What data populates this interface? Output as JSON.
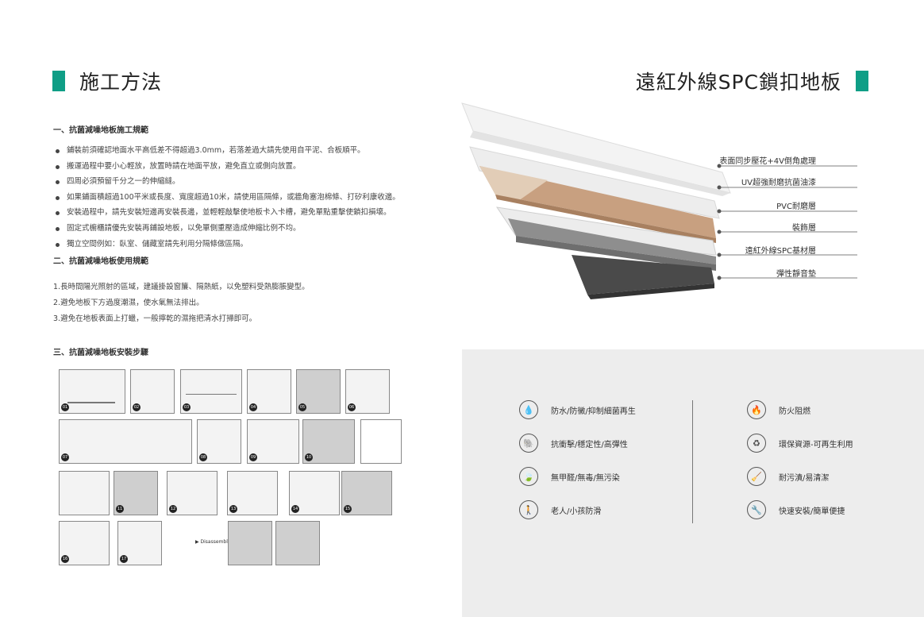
{
  "left_title": "施工方法",
  "right_title": "遠紅外線SPC鎖扣地板",
  "section1": {
    "heading": "一、抗菌減噪地板施工規範",
    "bullets": [
      "鋪裝前須確認地面水平高低差不得超過3.0mm，若落差過大請先使用自平泥、合板順平。",
      "搬運過程中要小心輕放，放置時請在地面平放，避免直立或側向放置。",
      "四周必須預留千分之一的伸縮縫。",
      "如果鋪面積超過100平米或長度、寬度超過10米，請使用區隔條，或牆角塞泡棉條、打矽利康收邊。",
      "安裝過程中，請先安裝短邊再安裝長邊，並輕輕敲擊使地板卡入卡槽，避免單點重擊使鎖扣損壞。",
      "固定式櫥櫃請優先安裝再鋪設地板，以免單側重壓造成伸縮比例不均。",
      "獨立空間例如：臥室、儲藏室請先利用分隔條做區隔。"
    ]
  },
  "section2": {
    "heading": "二、抗菌減噪地板使用規範",
    "items": [
      "1.長時間陽光照射的區域，建議掛設窗簾、隔熱紙，以免塑料受熱膨脹變型。",
      "2.避免地板下方過度潮濕，使水氣無法排出。",
      "3.避免在地板表面上打蠟，一般擰乾的濕拖把清水打掃即可。"
    ]
  },
  "section3": {
    "heading": "三、抗菌減噪地板安裝步驟",
    "disassembling_label": "▶ Disassembling",
    "step_numbers": [
      "01",
      "02",
      "03",
      "04",
      "05",
      "06",
      "07",
      "08",
      "09",
      "10",
      "11",
      "12",
      "13",
      "14",
      "15",
      "16",
      "17"
    ]
  },
  "layers": [
    "表面同步壓花+4V倒角處理",
    "UV超強耐磨抗菌油漆",
    "PVC耐磨層",
    "裝飾層",
    "遠紅外線SPC基材層",
    "彈性靜音墊"
  ],
  "features_left": [
    {
      "icon": "water-drop-icon",
      "glyph": "💧",
      "label": "防水/防黴/抑制細菌再生"
    },
    {
      "icon": "elephant-icon",
      "glyph": "🐘",
      "label": "抗衝擊/穩定性/高彈性"
    },
    {
      "icon": "leaf-icon",
      "glyph": "🍃",
      "label": "無甲醛/無毒/無污染"
    },
    {
      "icon": "walking-person-icon",
      "glyph": "🚶",
      "label": "老人/小孩防滑"
    }
  ],
  "features_right": [
    {
      "icon": "flame-icon",
      "glyph": "🔥",
      "label": "防火阻燃"
    },
    {
      "icon": "recycle-icon",
      "glyph": "♻",
      "label": "環保資源-可再生利用"
    },
    {
      "icon": "broom-icon",
      "glyph": "🧹",
      "label": "耐污漬/易清潔"
    },
    {
      "icon": "wrench-icon",
      "glyph": "🔧",
      "label": "快速安裝/簡單便捷"
    }
  ],
  "colors": {
    "accent": "#0f9e86",
    "panel": "#ededed"
  }
}
